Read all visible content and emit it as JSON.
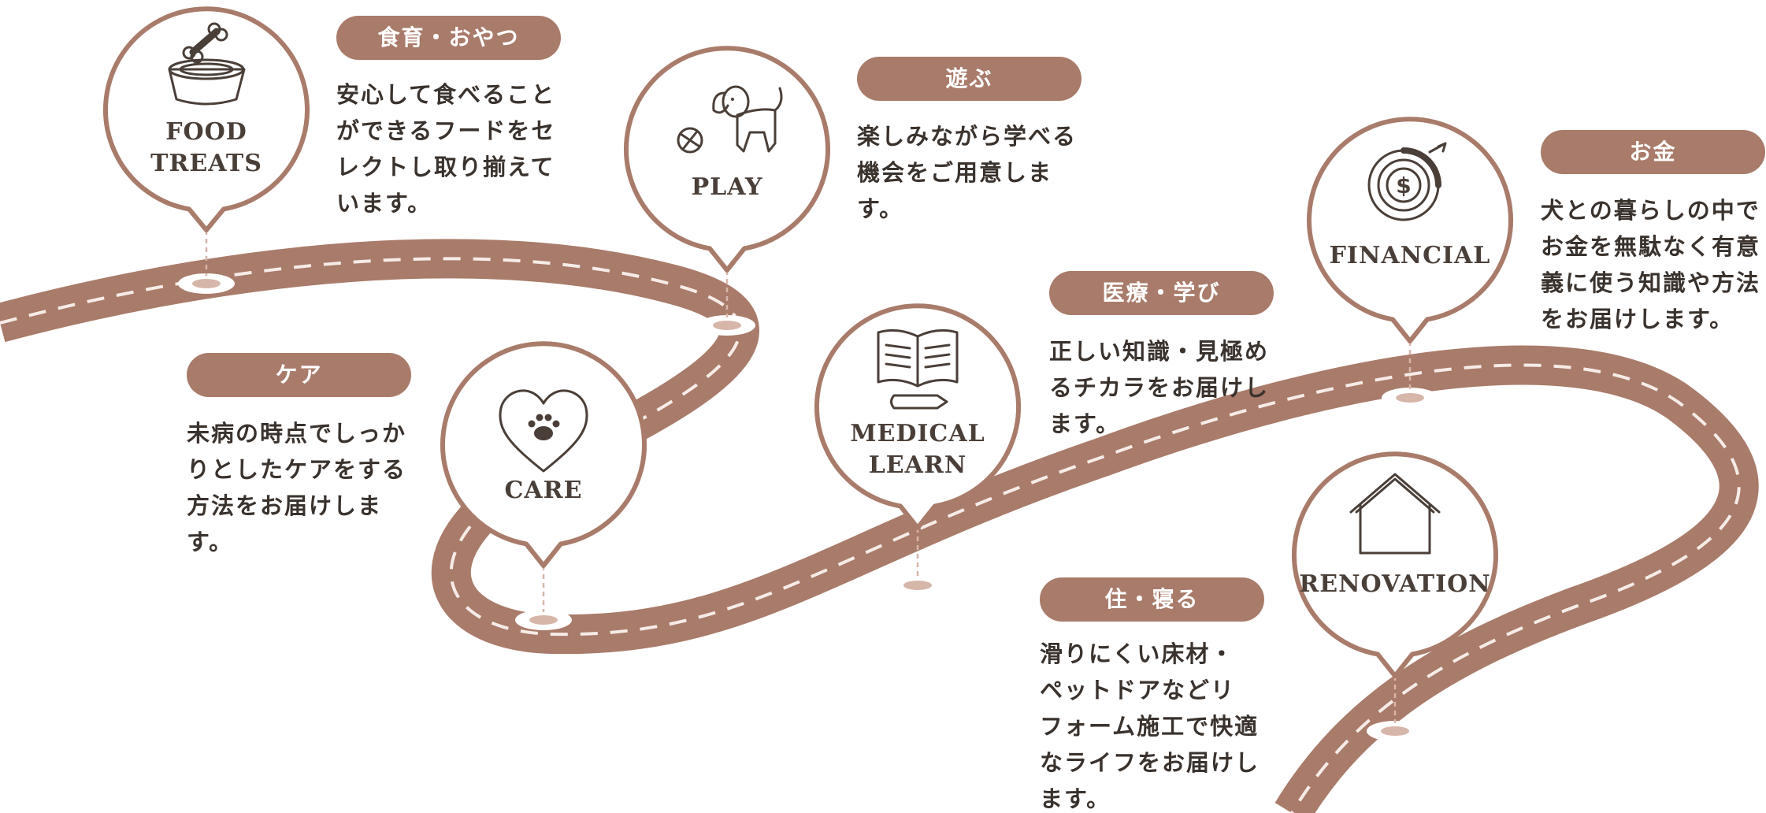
{
  "colors": {
    "road": "#a97b6a",
    "dash": "#f6ece7",
    "ring": "#a97b6a",
    "marker": "#d7b6aa",
    "icon": "#4a3f38",
    "pill": "#a97b6a"
  },
  "stops": [
    {
      "id": "food",
      "icon": "dog-bowl-icon",
      "label_lines": [
        "FOOD",
        "TREATS"
      ],
      "category": "食育・おやつ",
      "desc_lines": [
        "安心して食べること",
        "ができるフードをセ",
        "レクトし取り揃えて",
        "います。"
      ]
    },
    {
      "id": "play",
      "icon": "dog-with-ball-icon",
      "label_lines": [
        "PLAY"
      ],
      "category": "遊ぶ",
      "desc_lines": [
        "楽しみながら学べる",
        "機会をご用意しま",
        "す。"
      ]
    },
    {
      "id": "care",
      "icon": "heart-paw-icon",
      "label_lines": [
        "CARE"
      ],
      "category": "ケア",
      "desc_lines": [
        "未病の時点でしっか",
        "りとしたケアをする",
        "方法をお届けしま",
        "す。"
      ]
    },
    {
      "id": "medical",
      "icon": "open-book-icon",
      "label_lines": [
        "MEDICAL",
        "LEARN"
      ],
      "category": "医療・学び",
      "desc_lines": [
        "正しい知識・見極め",
        "るチカラをお届けし",
        "ます。"
      ]
    },
    {
      "id": "financial",
      "icon": "coin-chart-icon",
      "label_lines": [
        "FINANCIAL"
      ],
      "category": "お金",
      "desc_lines": [
        "犬との暮らしの中で",
        "お金を無駄なく有意",
        "義に使う知識や方法",
        "をお届けします。"
      ]
    },
    {
      "id": "renovation",
      "icon": "house-icon",
      "label_lines": [
        "RENOVATION"
      ],
      "category": "住・寝る",
      "desc_lines": [
        "滑りにくい床材・",
        "ペットドアなどリ",
        "フォーム施工で快適",
        "なライフをお届けし",
        "ます。"
      ]
    }
  ]
}
